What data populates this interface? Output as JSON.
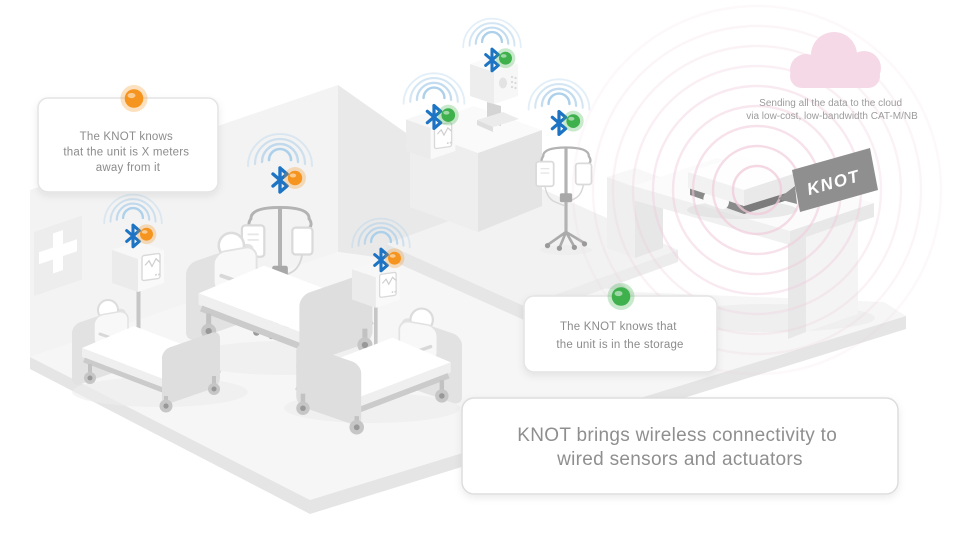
{
  "diagram": {
    "tagline": {
      "lines": [
        "KNOT brings wireless connectivity to",
        "wired sensors and actuators"
      ]
    },
    "callouts": {
      "distance": {
        "status": "orange",
        "lines": [
          "The KNOT knows",
          "that the unit is X meters",
          "away from it"
        ]
      },
      "storage": {
        "status": "green",
        "lines": [
          "The KNOT knows that",
          "the unit is in the storage"
        ]
      }
    },
    "cloud_note": {
      "lines": [
        "Sending all the data to the cloud",
        "via low-cost, low-bandwidth CAT-M/NB"
      ]
    },
    "knot_sign": {
      "label": "KNOT"
    },
    "sensors": [
      {
        "id": "bed-monitor-left",
        "area": "ward",
        "status": "orange"
      },
      {
        "id": "iv-pole-ward",
        "area": "ward",
        "status": "orange"
      },
      {
        "id": "bed-monitor-right",
        "area": "ward",
        "status": "orange"
      },
      {
        "id": "counter-monitor",
        "area": "storage",
        "status": "green"
      },
      {
        "id": "infusion-pump",
        "area": "storage",
        "status": "green"
      },
      {
        "id": "iv-pole-storage",
        "area": "storage",
        "status": "green"
      }
    ],
    "icons": {
      "bluetooth-icon": "bluetooth-rune",
      "signal-waves-icon": "concentric-blue-arcs",
      "status-dot-orange": "#f5941e",
      "status-dot-green": "#3eb14d",
      "radio-waves-icon": "concentric-pink-circles",
      "cloud-icon": "pink-cloud",
      "medical-cross-icon": "white-plus",
      "knot-sign": "gray-speech-bubble"
    },
    "colors": {
      "bluetooth_blue": "#1d74c4",
      "signal_arc_blue": "#a9cdea",
      "status_orange": "#f5941e",
      "status_green": "#3eb14d",
      "cloud_pink": "#f6d9e7",
      "radio_wave_pink": "#f0c9da",
      "sign_gray": "#8f8f8f",
      "text_gray": "#8c8c8c"
    }
  }
}
